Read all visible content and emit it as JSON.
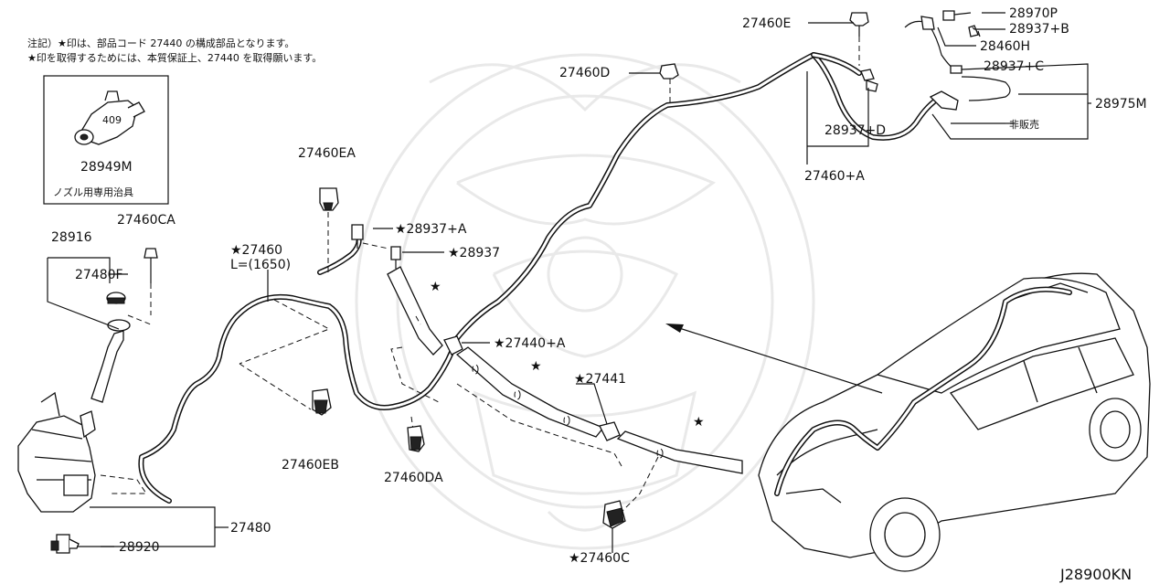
{
  "notes": {
    "line1": "注記）★印は、部品コード 27440 の構成部品となります。",
    "line2": "★印を取得するためには、本質保証上、27440 を取得願います。"
  },
  "inset": {
    "part": "28949M",
    "caption": "ノズル用専用治具"
  },
  "labels": {
    "p27460E": "27460E",
    "p28970P": "28970P",
    "p28937B": "28937+B",
    "p28460H": "28460H",
    "p28937C": "28937+C",
    "p28975M": "28975M",
    "not_for_sale": "非販売",
    "p28937D": "28937+D",
    "p27460A": "27460+A",
    "p27460D": "27460D",
    "p27460EA": "27460EA",
    "p28937A": "★28937+A",
    "p28937": "★28937",
    "p27460CA": "27460CA",
    "p28916": "28916",
    "p27480F": "27480F",
    "p27460": "★27460",
    "length": "L=(1650)",
    "star_a": "★",
    "p27440A": "★27440+A",
    "star_b": "★",
    "p27441": "★27441",
    "star_c": "★",
    "p27460EB": "27460EB",
    "p27460DA": "27460DA",
    "p27480": "27480",
    "p28920": "28920",
    "p27460C": "★27460C"
  },
  "diagram_code": "J28900KN"
}
